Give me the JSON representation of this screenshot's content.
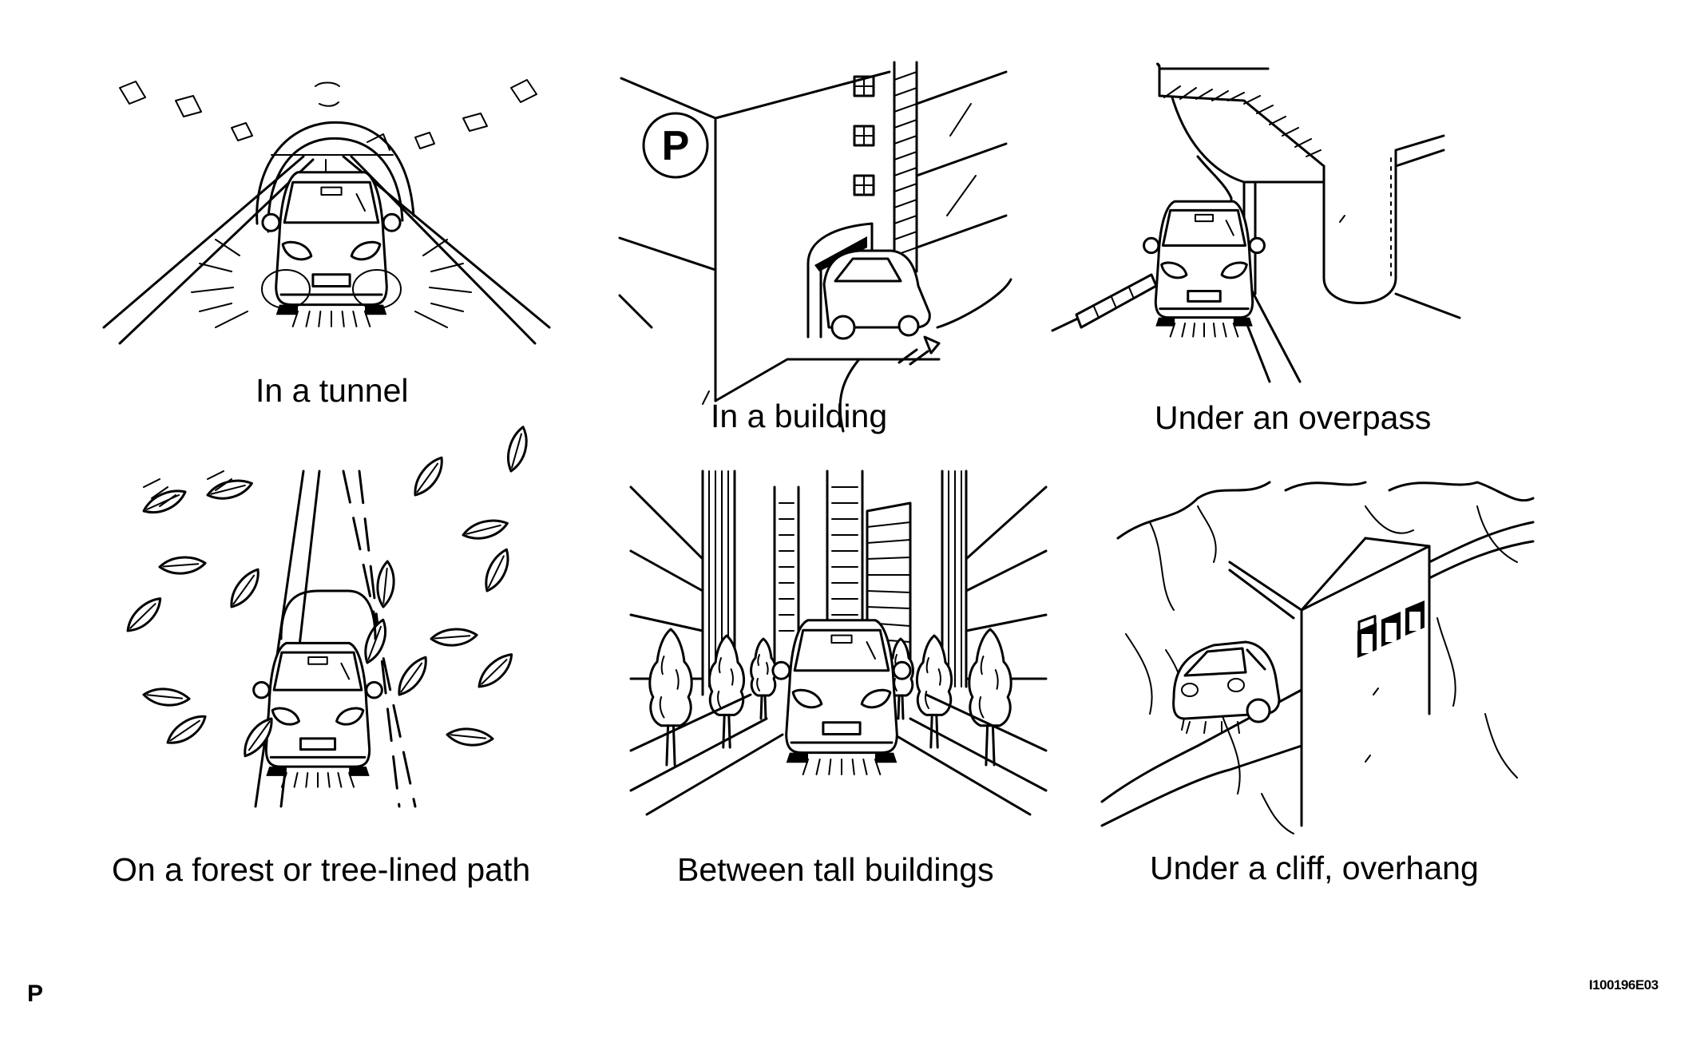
{
  "captions": {
    "tunnel": "In a tunnel",
    "building": "In a building",
    "overpass": "Under an overpass",
    "forest": "On a forest or tree-lined path",
    "tall_buildings": "Between tall buildings",
    "cliff": "Under a cliff, overhang"
  },
  "parking_sign_letter": "P",
  "corner_mark": "P",
  "figure_code": "I100196E03",
  "icons": {
    "car": "car-front-icon",
    "parking": "parking-sign-icon",
    "tree": "tree-icon"
  }
}
